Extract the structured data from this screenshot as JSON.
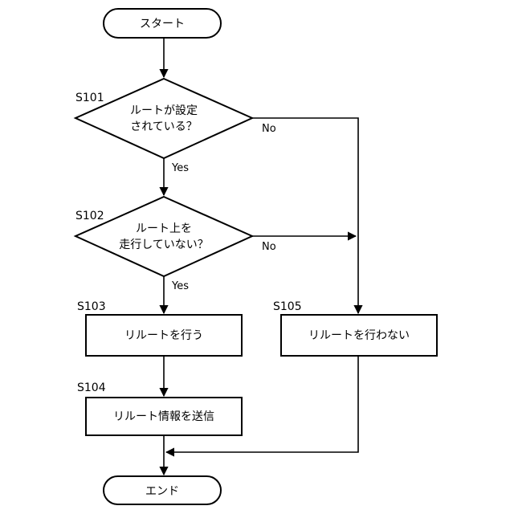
{
  "nodes": {
    "start": {
      "label": "スタート"
    },
    "s101": {
      "id": "S101",
      "line1": "ルートが設定",
      "line2": "されている？"
    },
    "s102": {
      "id": "S102",
      "line1": "ルート上を",
      "line2": "走行していない？"
    },
    "s103": {
      "id": "S103",
      "label": "リルートを行う"
    },
    "s104": {
      "id": "S104",
      "label": "リルート情報を送信"
    },
    "s105": {
      "id": "S105",
      "label": "リルートを行わない"
    },
    "end": {
      "label": "エンド"
    }
  },
  "edges": {
    "s101_yes": "Yes",
    "s101_no": "No",
    "s102_yes": "Yes",
    "s102_no": "No"
  }
}
